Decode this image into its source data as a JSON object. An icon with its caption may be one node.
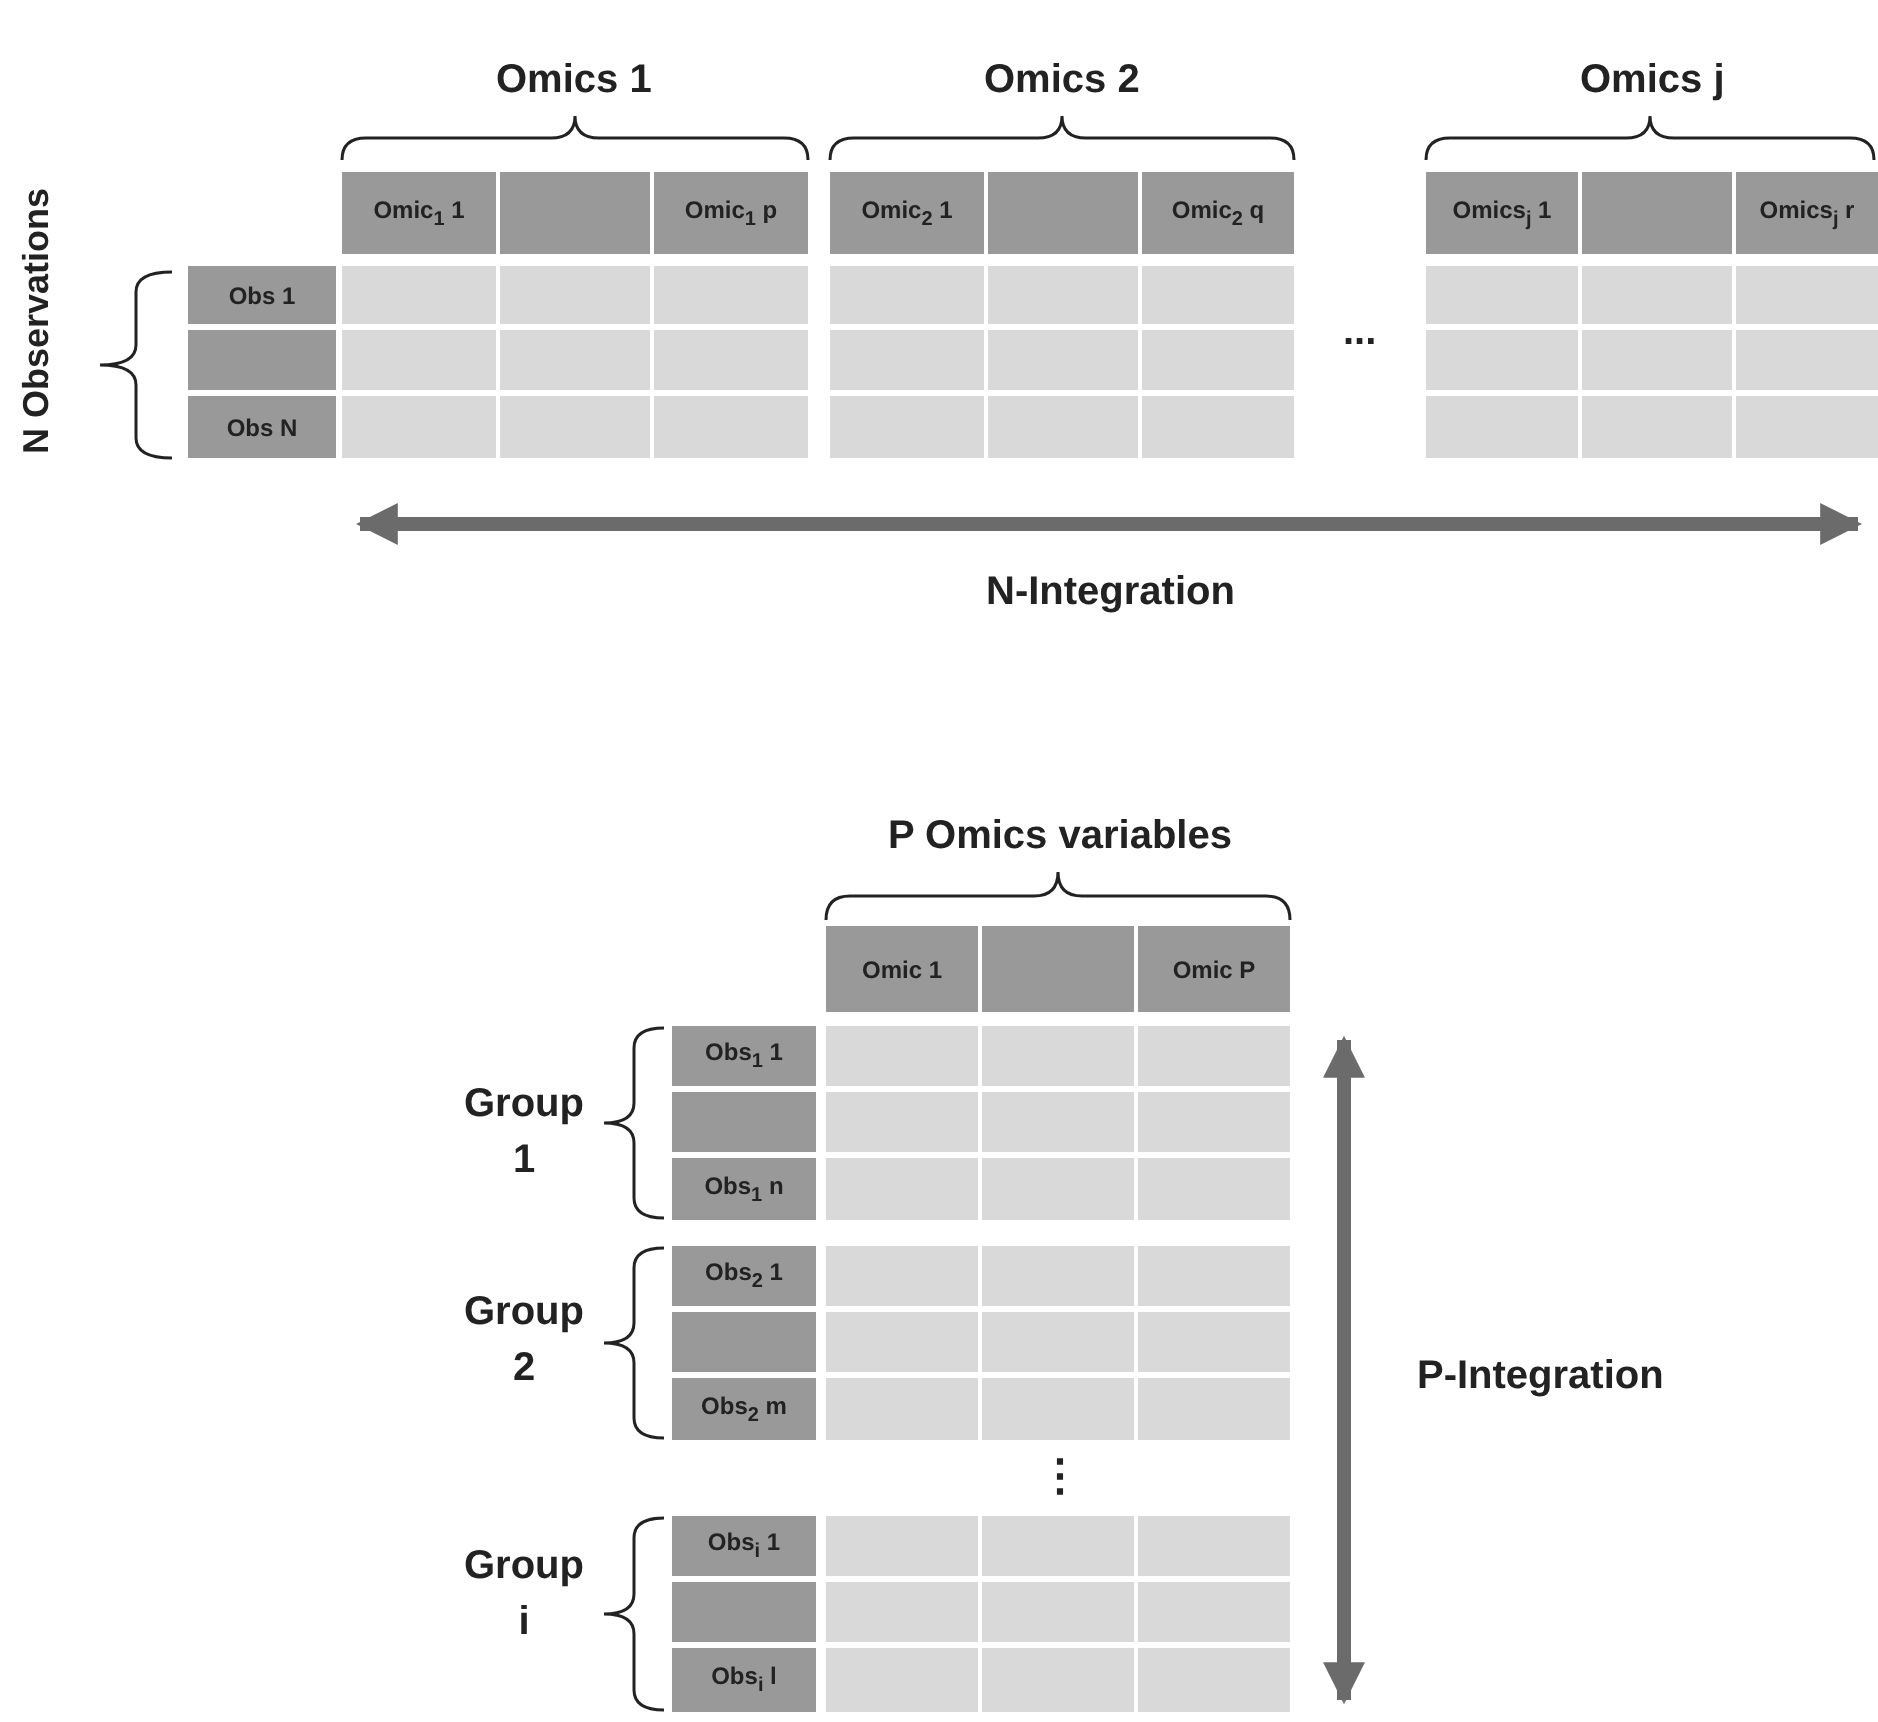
{
  "diagram": {
    "labels": [
      "Omics 1",
      "Omics 2",
      "Omics j",
      "N Observations",
      "Omic$_{1}$ 1",
      "Omic$_{1}$ p",
      "Omic$_{2}$ 1",
      "Omic$_{2}$ q",
      "Omics$_{j}$ 1",
      "Omics$_{j}$ r",
      "Obs 1",
      "...",
      "Obs N",
      "N-Integration",
      "P Omics variables",
      "Omic 1",
      "Omic P",
      "Group 1",
      "Obs$_{1}$ 1",
      "Obs$_{1}$ n",
      "Group 2",
      "Obs$_{2}$ 1",
      "P-Integration",
      "Obs$_{2}$ m",
      "⋮",
      "Group i",
      "Obs$_{i}$ 1",
      "Obs$_{i}$ l"
    ]
  }
}
